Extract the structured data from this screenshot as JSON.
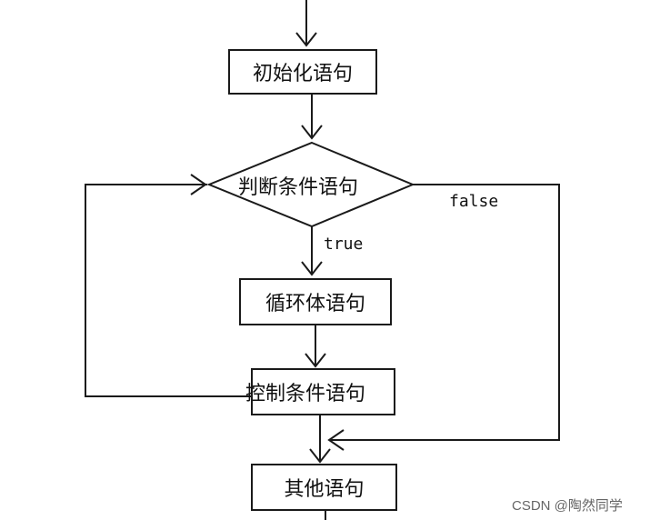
{
  "nodes": {
    "init": "初始化语句",
    "condition": "判断条件语句",
    "body": "循环体语句",
    "control": "控制条件语句",
    "other": "其他语句"
  },
  "edges": {
    "false_label": "false",
    "true_label": "true"
  },
  "watermark": "CSDN @陶然同学",
  "colors": {
    "line": "#1a1a1a",
    "background": "#ffffff"
  }
}
